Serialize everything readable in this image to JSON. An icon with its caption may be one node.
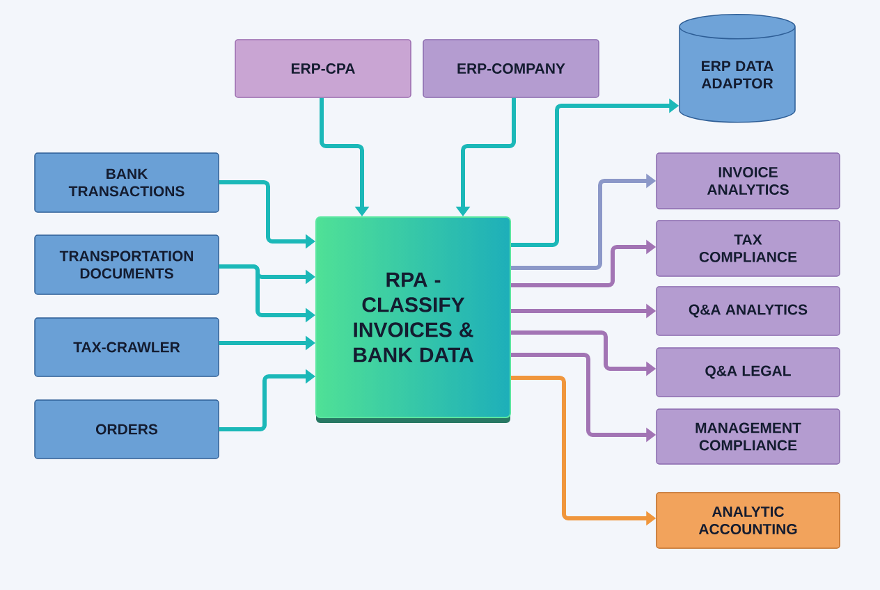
{
  "diagram": {
    "nodes": [
      {
        "text": [
          "ERP-CPA"
        ]
      },
      {
        "text": [
          "ERP-COMPANY"
        ]
      },
      {
        "text": [
          "ERP DATA ADAPTOR"
        ]
      },
      {
        "text": [
          "BANK TRANSACTIONS"
        ]
      },
      {
        "text": [
          "TRANSPORTATION DOCUMENTS"
        ]
      },
      {
        "text": [
          "TAX-CRAWLER"
        ]
      },
      {
        "text": [
          "ORDERS"
        ]
      },
      {
        "text": [
          "RPA - CLASSIFY INVOICES & BANK DATA"
        ]
      },
      {
        "text": [
          "INVOICE ANALYTICS"
        ]
      },
      {
        "text": [
          "TAX COMPLIANCE"
        ]
      },
      {
        "text": [
          "Q&A ANALYTICS"
        ]
      },
      {
        "text": [
          "Q&A LEGAL"
        ]
      },
      {
        "text": [
          "MANAGEMENT COMPLIANCE"
        ]
      },
      {
        "text": [
          "ANALYTIC ACCOUNTING"
        ]
      }
    ],
    "edges": [
      {
        "from": 0,
        "to": 7,
        "arrow": "to",
        "color": "#1bb8b8"
      },
      {
        "from": 1,
        "to": 7,
        "arrow": "to",
        "color": "#1bb8b8"
      },
      {
        "from": 3,
        "to": 7,
        "arrow": "to",
        "color": "#1bb8b8"
      },
      {
        "from": 4,
        "to": 7,
        "arrow": "to",
        "color": "#1bb8b8"
      },
      {
        "from": 4,
        "to": 7,
        "arrow": "to",
        "color": "#1bb8b8"
      },
      {
        "from": 5,
        "to": 7,
        "arrow": "to",
        "color": "#1bb8b8"
      },
      {
        "from": 6,
        "to": 7,
        "arrow": "to",
        "color": "#1bb8b8"
      },
      {
        "from": 7,
        "to": 2,
        "arrow": "to",
        "color": "#1bb8b8"
      },
      {
        "from": 7,
        "to": 8,
        "arrow": "to",
        "color": "#8c98c8"
      },
      {
        "from": 7,
        "to": 9,
        "arrow": "to",
        "color": "#a274b4"
      },
      {
        "from": 7,
        "to": 10,
        "arrow": "to",
        "color": "#a274b4"
      },
      {
        "from": 7,
        "to": 11,
        "arrow": "to",
        "color": "#a274b4"
      },
      {
        "from": 7,
        "to": 12,
        "arrow": "to",
        "color": "#a274b4"
      },
      {
        "from": 7,
        "to": 13,
        "arrow": "to",
        "color": "#f0963c"
      }
    ]
  }
}
